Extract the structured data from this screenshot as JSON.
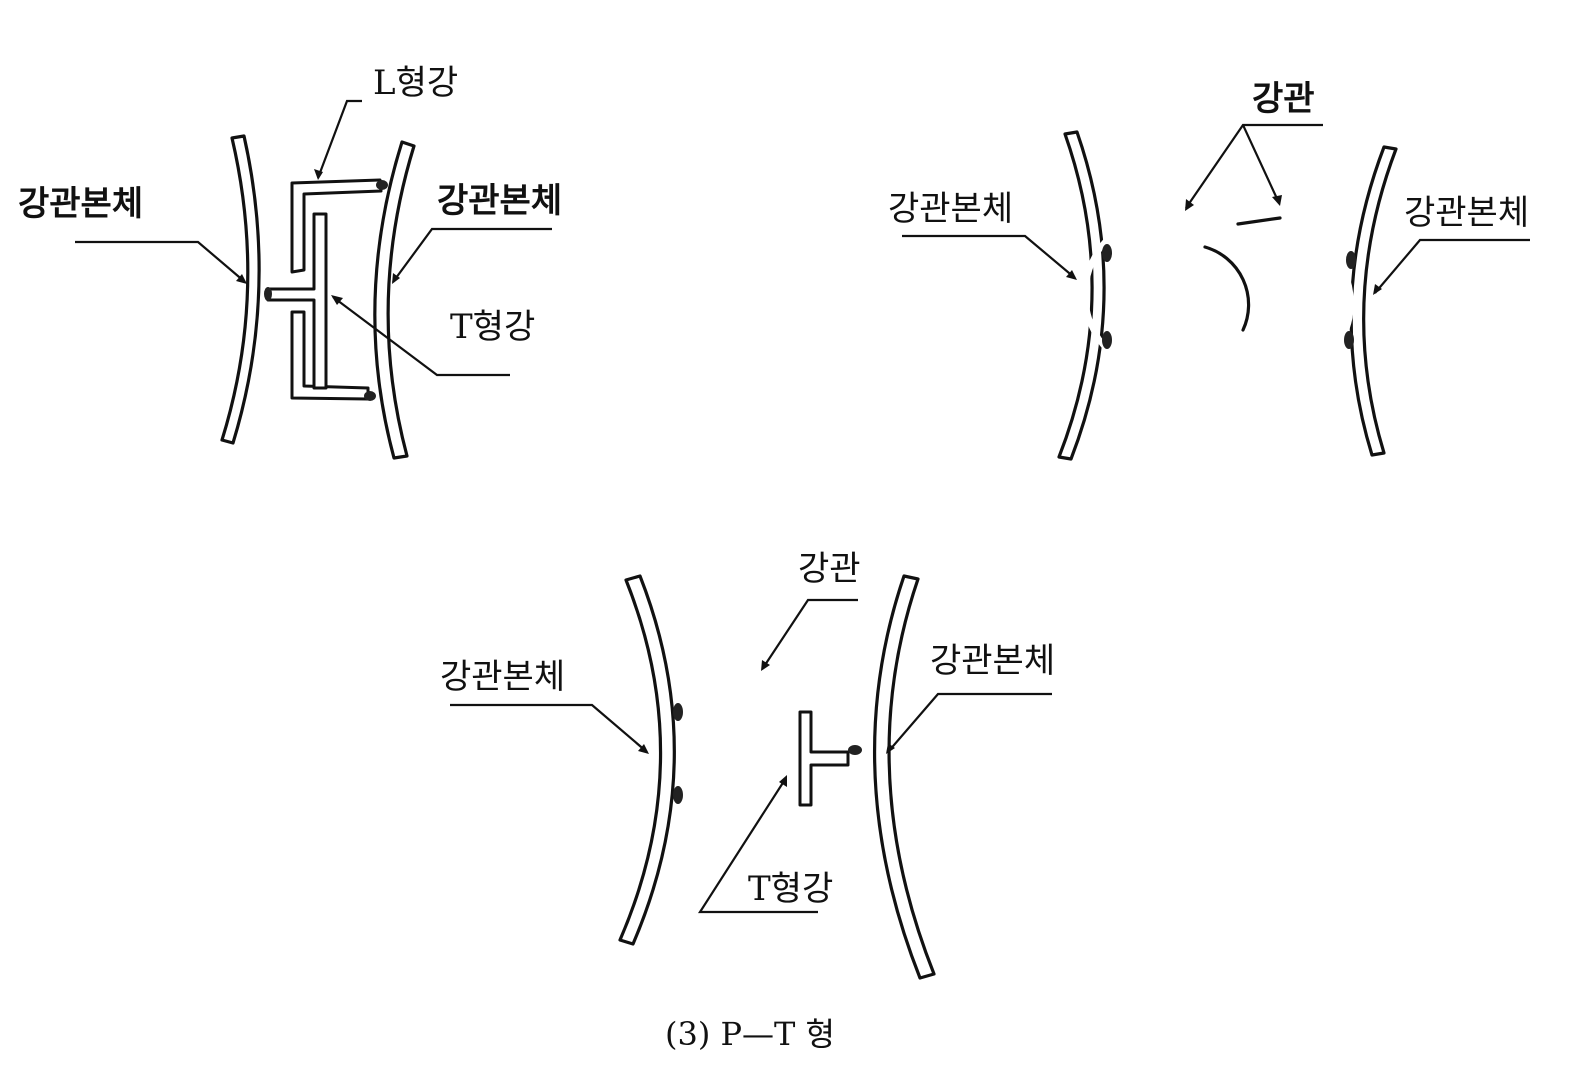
{
  "figure_a": {
    "label_angle": "L형강",
    "label_tee": "T형강",
    "label_body_left": "강관본체",
    "label_body_right": "강관본체"
  },
  "figure_b": {
    "label_pipe": "강관",
    "label_body_left": "강관본체",
    "label_body_right": "강관본체"
  },
  "figure_c": {
    "label_pipe": "강관",
    "label_tee": "T형강",
    "label_body_left": "강관본체",
    "label_body_right": "강관본체"
  },
  "caption": "(3) P—T 형",
  "colors": {
    "line": "#111111",
    "background": "#ffffff"
  }
}
